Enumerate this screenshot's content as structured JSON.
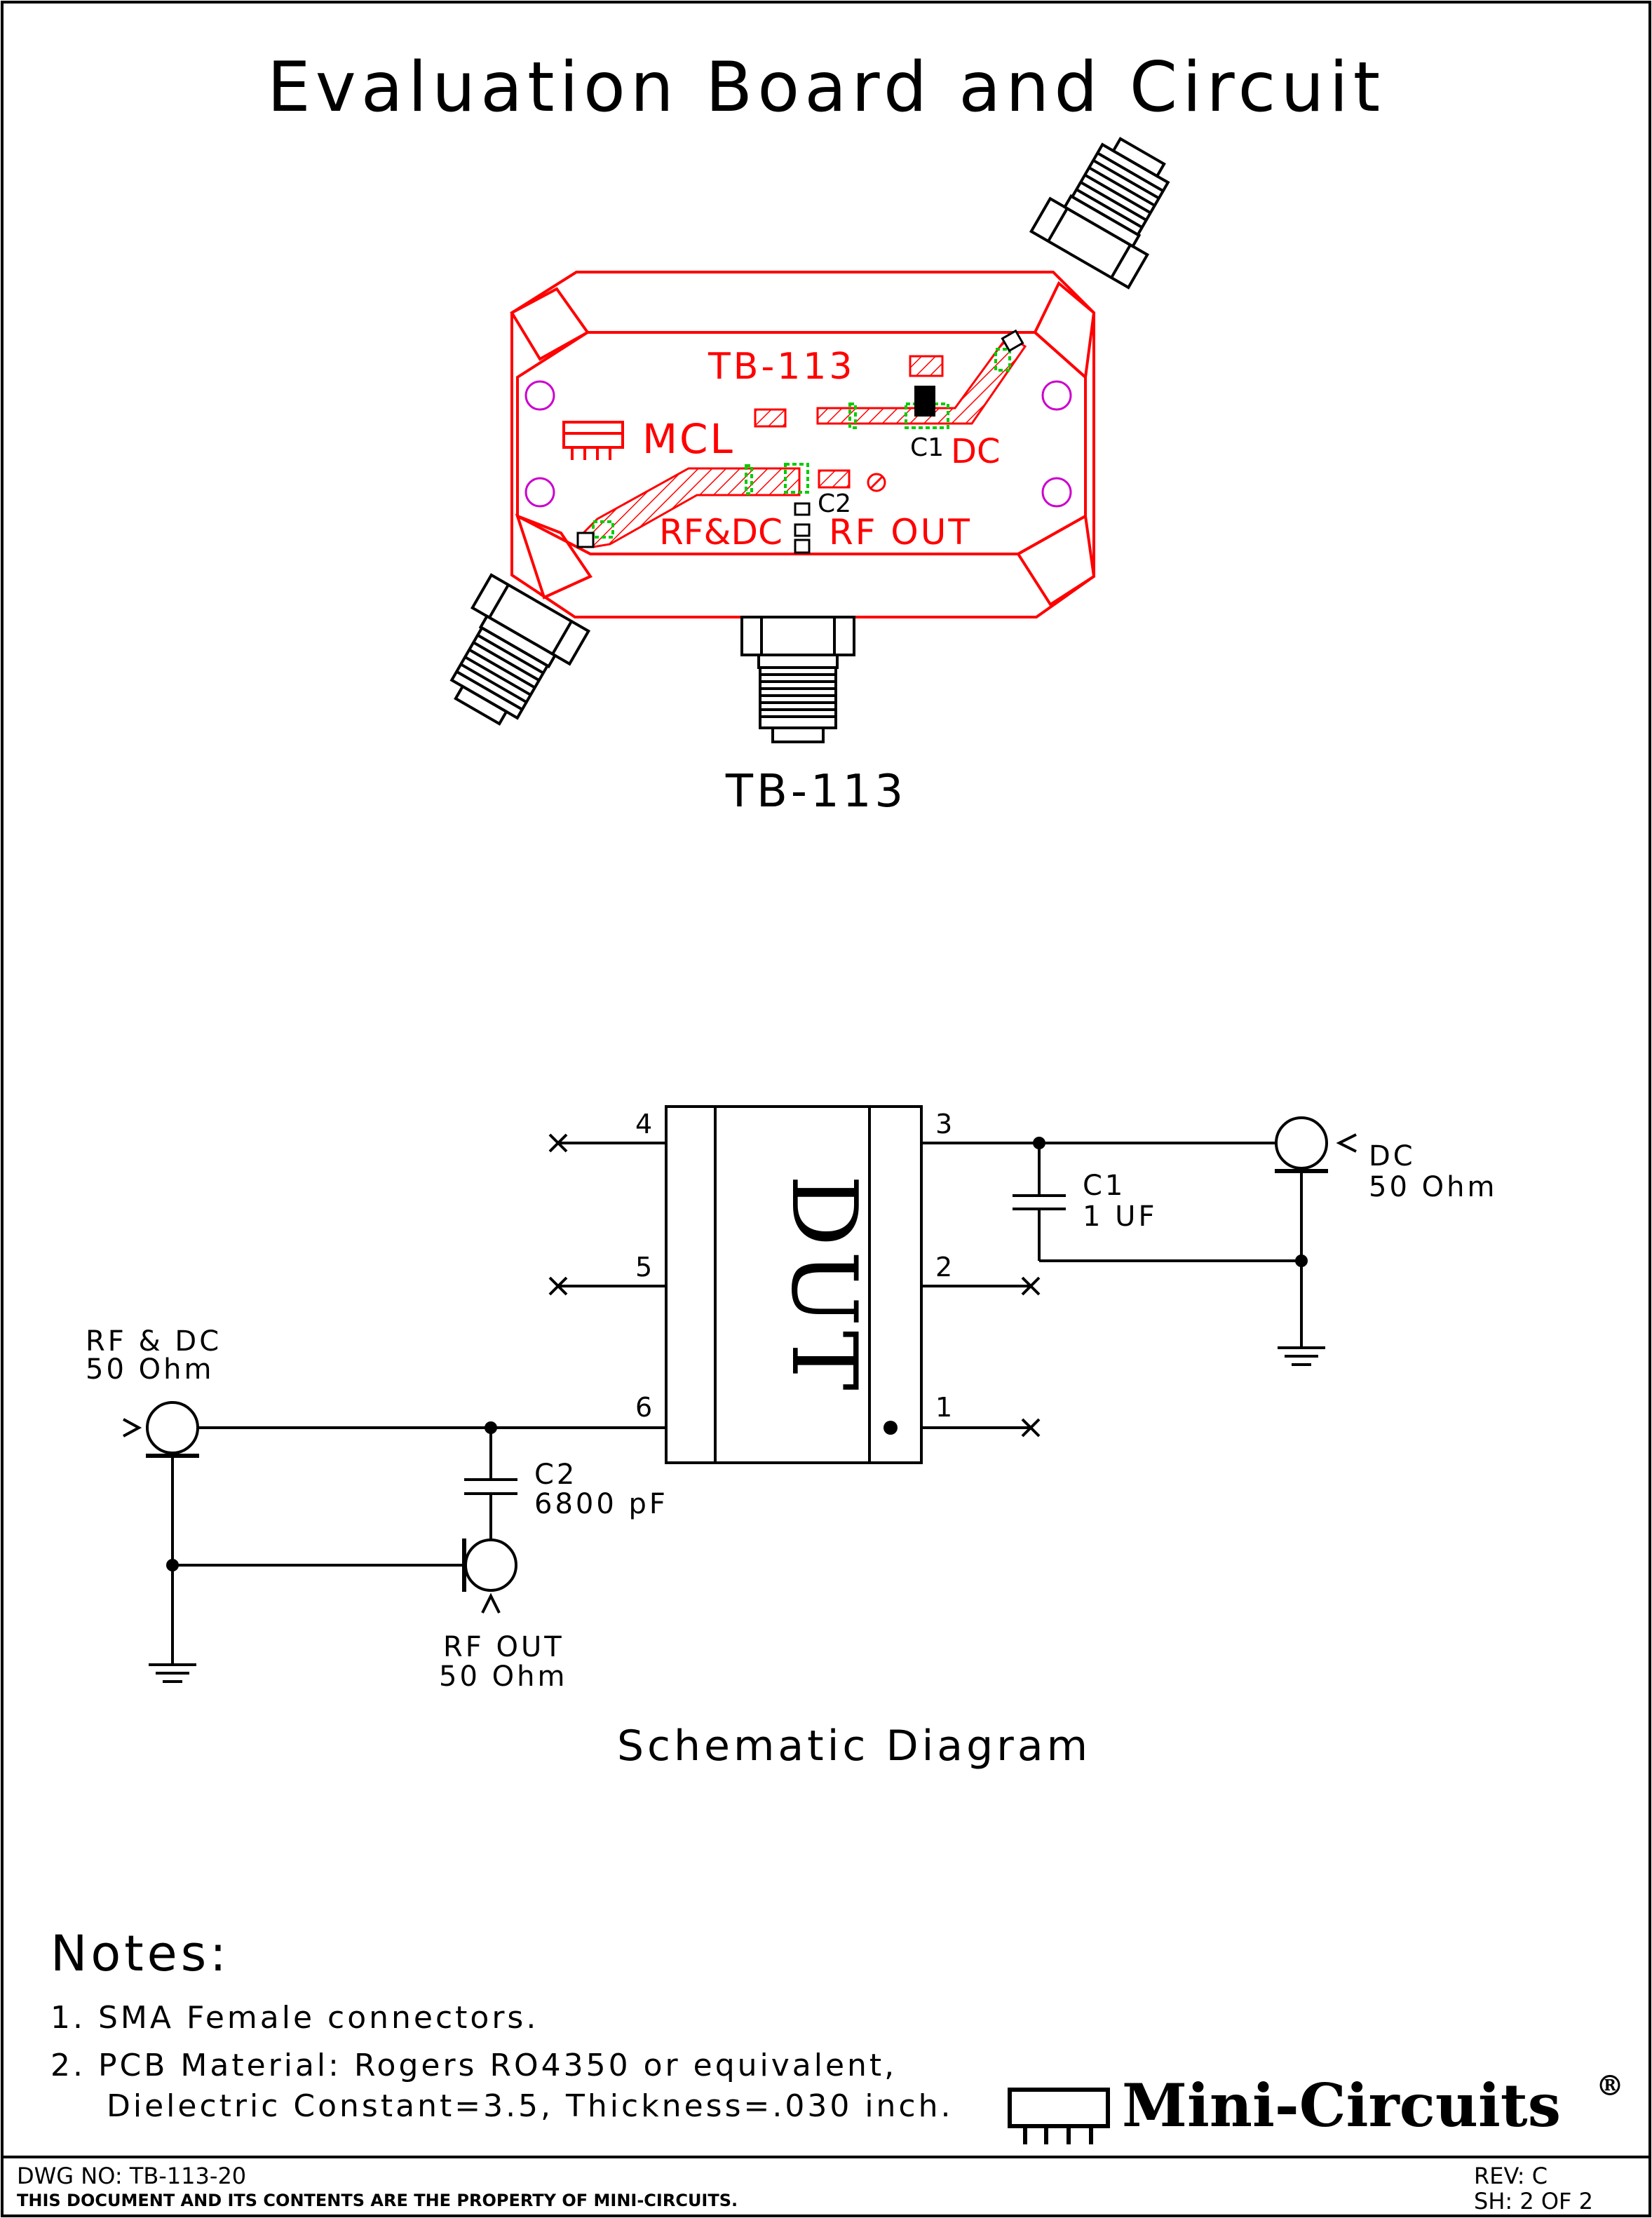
{
  "title": "Evaluation Board and Circuit",
  "board": {
    "board_label": "TB-113",
    "caption": "TB-113",
    "logo_text": "MCL",
    "c1_label": "C1",
    "c2_label": "C2",
    "dc_label": "DC",
    "rf_dc_label": "RF&DC",
    "rf_out_label": "RF OUT",
    "colors": {
      "outline": "#ff0000",
      "pads": "#00cc00",
      "holes": "#cc00cc"
    }
  },
  "schematic": {
    "caption": "Schematic Diagram",
    "dut_label": "DUT",
    "pins": [
      "1",
      "2",
      "3",
      "4",
      "5",
      "6"
    ],
    "c1": {
      "name": "C1",
      "value": "1 UF"
    },
    "c2": {
      "name": "C2",
      "value": "6800 pF"
    },
    "dc_port": {
      "name": "DC",
      "impedance": "50 Ohm"
    },
    "rf_dc_port": {
      "name": "RF & DC",
      "impedance": "50 Ohm"
    },
    "rf_out_port": {
      "name": "RF OUT",
      "impedance": "50 Ohm"
    }
  },
  "notes": {
    "heading": "Notes:",
    "items": [
      "1. SMA Female connectors.",
      "2. PCB Material: Rogers RO4350 or equivalent,",
      "Dielectric Constant=3.5, Thickness=.030 inch."
    ]
  },
  "brand": {
    "name": "Mini-Circuits",
    "mark": "®"
  },
  "footer": {
    "dwg_no": "DWG NO: TB-113-20",
    "property": "THIS DOCUMENT AND ITS CONTENTS ARE THE PROPERTY OF MINI-CIRCUITS.",
    "rev": "REV: C",
    "sheet": "SH: 2 OF 2"
  }
}
